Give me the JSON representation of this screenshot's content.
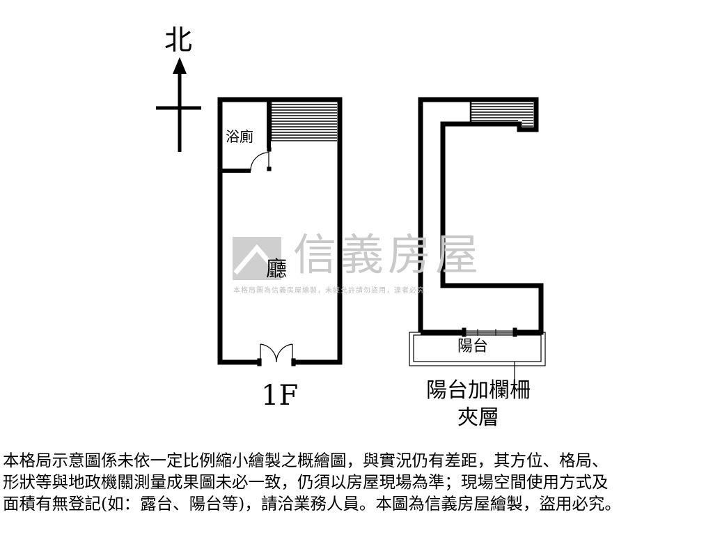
{
  "compass": {
    "north_label": "北"
  },
  "floor1": {
    "bathroom_label": "浴廁",
    "hall_label": "廳",
    "floor_label": "1F"
  },
  "mezzanine": {
    "balcony_label": "陽台",
    "annotation_line1": "陽台加欄柵",
    "annotation_line2": "夾層"
  },
  "watermark": {
    "brand": "信義房屋",
    "notice": "本格局圖為信義房屋繪製，未經允許請勿盜用，違者必究"
  },
  "disclaimer": {
    "line1": "本格局示意圖係未依一定比例縮小繪製之概繪圖，與實況仍有差距，其方位、格局、",
    "line2": "形狀等與地政機關測量成果圖未必一致，仍須以房屋現場為準；現場空間使用方式及",
    "line3": "面積有無登記(如：露台、陽台等)，請洽業務人員。本圖為信義房屋繪製，盜用必究。"
  },
  "colors": {
    "wall": "#000000",
    "watermark": "#c9c9c9"
  }
}
